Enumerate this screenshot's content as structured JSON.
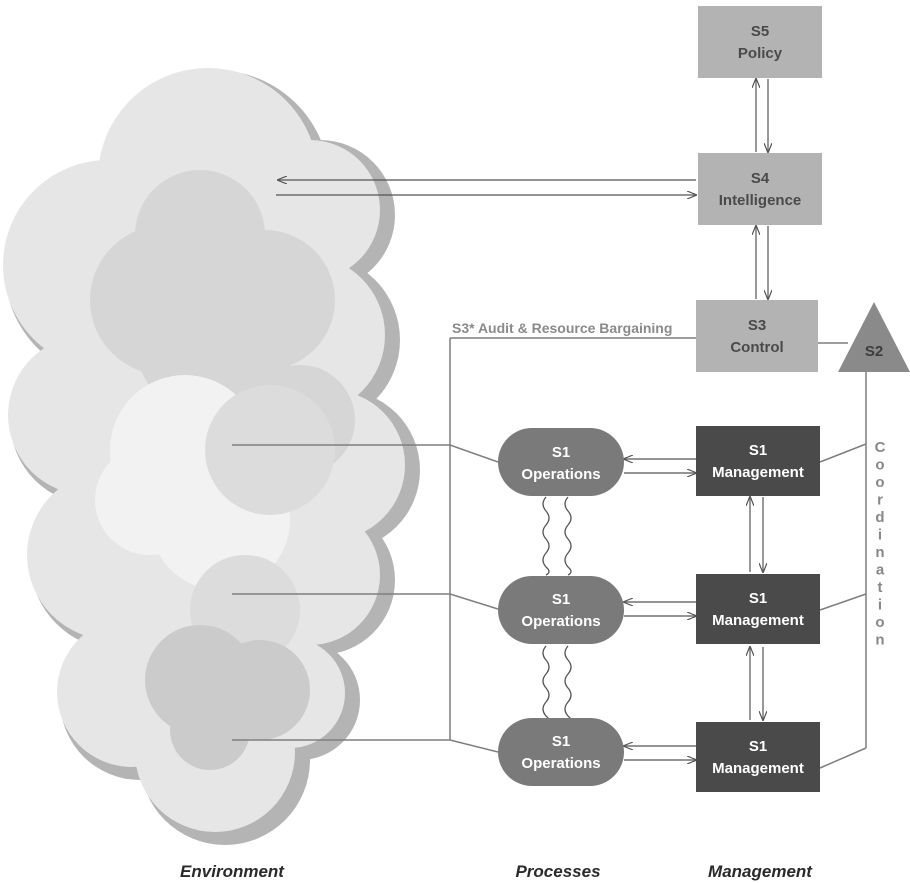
{
  "s5": {
    "line1": "S5",
    "line2": "Policy"
  },
  "s4": {
    "line1": "S4",
    "line2": "Intelligence"
  },
  "s3": {
    "line1": "S3",
    "line2": "Control"
  },
  "s2": {
    "label": "S2"
  },
  "s3_star": {
    "label": "S3*  Audit & Resource Bargaining"
  },
  "coordination": {
    "letters": [
      "C",
      "o",
      "o",
      "r",
      "d",
      "i",
      "n",
      "a",
      "t",
      "i",
      "o",
      "n"
    ]
  },
  "operations": [
    {
      "line1": "S1",
      "line2": "Operations"
    },
    {
      "line1": "S1",
      "line2": "Operations"
    },
    {
      "line1": "S1",
      "line2": "Operations"
    }
  ],
  "management": [
    {
      "line1": "S1",
      "line2": "Management"
    },
    {
      "line1": "S1",
      "line2": "Management"
    },
    {
      "line1": "S1",
      "line2": "Management"
    }
  ],
  "columns": {
    "environment": "Environment",
    "processes": "Processes",
    "management": "Management"
  },
  "colors": {
    "light_box": "#b3b3b3",
    "dark_box": "#4a4a4a",
    "operations": "#7a7a7a",
    "line": "#7f7f7f"
  }
}
